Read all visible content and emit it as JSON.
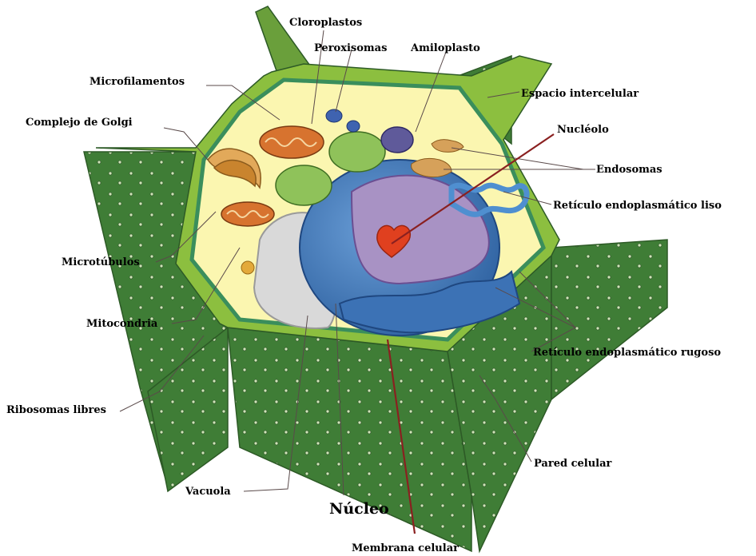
{
  "labels": {
    "cloroplastos": "Cloroplastos",
    "peroxisomas": "Peroxisomas",
    "amiloplasto": "Amiloplasto",
    "microfilamentos": "Microfilamentos",
    "espacio_intercelular": "Espacio intercelular",
    "complejo_golgi": "Complejo de Golgi",
    "nucleolo": "Nucléolo",
    "endosomas": "Endosomas",
    "reticulo_liso": "Retículo endoplasmático liso",
    "microtubulos": "Microtúbulos",
    "mitocondria": "Mitocondria",
    "reticulo_rugoso": "Retículo endoplasmático rugoso",
    "ribosomas": "Ribosomas libres",
    "pared_celular": "Pared celular",
    "vacuola": "Vacuola",
    "nucleo": "Núcleo",
    "membrana": "Membrana celular"
  },
  "colors": {
    "wall_dark": "#3d7a35",
    "wall_light": "#8cbf3f",
    "cytoplasm": "#fbf6b0",
    "nucleus": "#4a7fc0",
    "nucleoplasm": "#a892c4",
    "nucleolus": "#e0401f",
    "leader": "#8a2020"
  }
}
